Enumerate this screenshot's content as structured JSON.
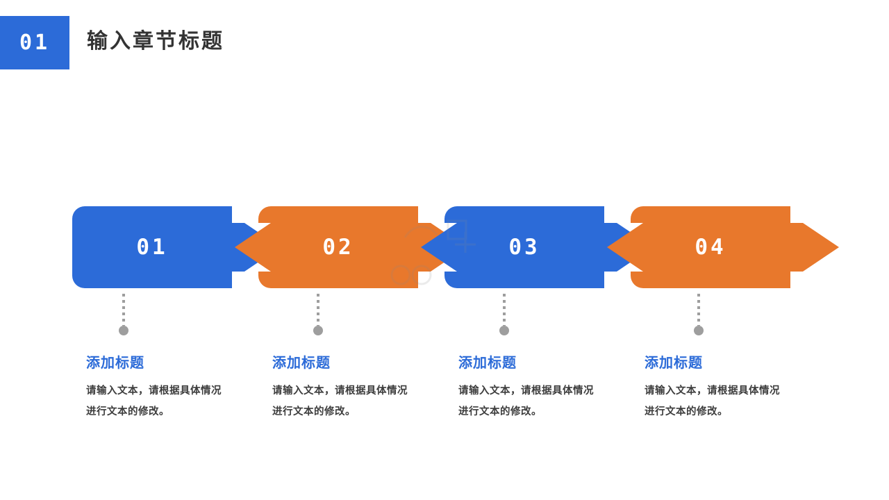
{
  "header": {
    "badge_number": "01",
    "title": "输入章节标题",
    "badge_color": "#2C6BD8",
    "title_color": "#333333"
  },
  "palette": {
    "blue": "#2C6BD8",
    "orange": "#E8782C",
    "connector_gray": "#9e9e9e",
    "body_text": "#3d3d3d",
    "background": "#ffffff"
  },
  "process": {
    "steps": [
      {
        "number": "01",
        "color": "#2C6BD8",
        "caption_title": "添加标题",
        "caption_body": "请输入文本，请根据具体情况进行文本的修改。"
      },
      {
        "number": "02",
        "color": "#E8782C",
        "caption_title": "添加标题",
        "caption_body": "请输入文本，请根据具体情况进行文本的修改。"
      },
      {
        "number": "03",
        "color": "#2C6BD8",
        "caption_title": "添加标题",
        "caption_body": "请输入文本，请根据具体情况进行文本的修改。"
      },
      {
        "number": "04",
        "color": "#E8782C",
        "caption_title": "添加标题",
        "caption_body": "请输入文本，请根据具体情况进行文本的修改。"
      }
    ]
  }
}
